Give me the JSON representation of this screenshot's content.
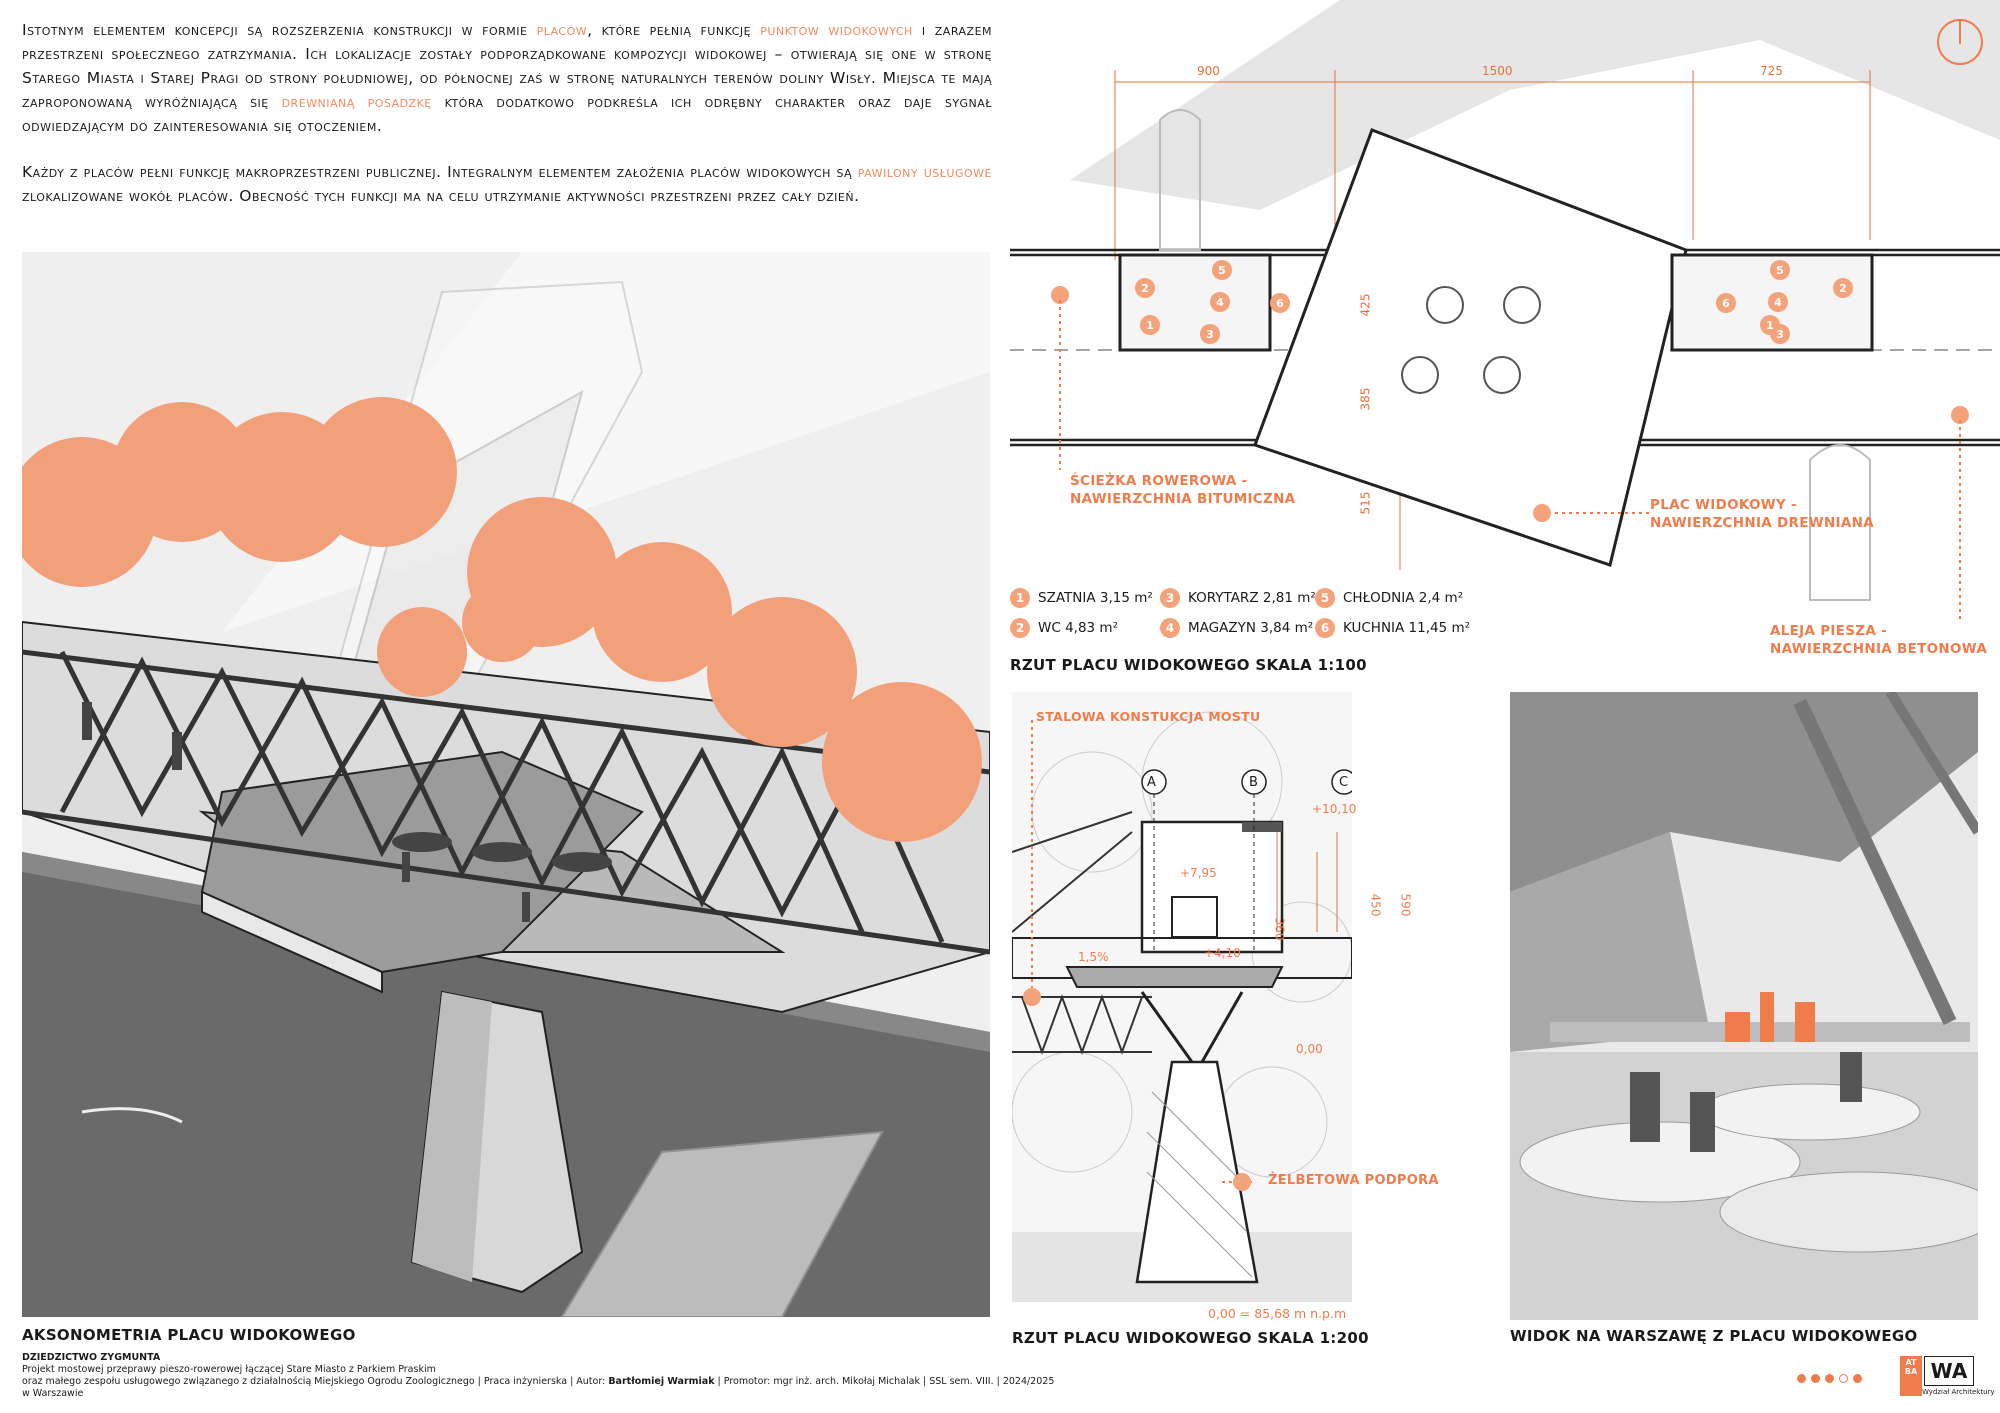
{
  "intro": {
    "p1": [
      {
        "t": "Istotnym elementem koncepcji są rozszerzenia konstrukcji w formie "
      },
      {
        "t": "placów",
        "hl": true
      },
      {
        "t": ", które pełnią funkcję "
      },
      {
        "t": "punktów widokowych",
        "hl": true
      },
      {
        "t": " i zarazem przestrzeni społecznego zatrzymania. Ich lokalizacje zostały podporządkowane kompozycji widokowej – otwierają się one w stronę Starego Miasta i Starej Pragi od strony południowej, od północnej zaś w stronę naturalnych terenów doliny Wisły. Miejsca te mają zaproponowaną wyróżniającą się "
      },
      {
        "t": "drewnianą posadzkę",
        "hl": true
      },
      {
        "t": " która dodatkowo podkreśla ich odrębny charakter oraz daje sygnał odwiedzającym do zainteresowania się otoczeniem."
      }
    ],
    "p2": [
      {
        "t": "Każdy z placów pełni funkcję makroprzestrzeni publicznej. Integralnym elementem założenia placów widokowych są "
      },
      {
        "t": "pawilony usługowe",
        "hl": true
      },
      {
        "t": " zlokalizowane  wokół placów. Obecność tych funkcji ma na celu utrzymanie aktywności przestrzeni przez cały dzień."
      }
    ]
  },
  "captions": {
    "axonometry": "AKSONOMETRIA PLACU WIDOKOWEGO",
    "plan": "RZUT PLACU WIDOKOWEGO SKALA 1:100",
    "section": "RZUT PLACU WIDOKOWEGO SKALA 1:200",
    "view": "WIDOK NA WARSZAWĘ Z PLACU WIDOKOWEGO"
  },
  "footer": {
    "title": "DZIEDZICTWO ZYGMUNTA",
    "line1": "Projekt mostowej przeprawy pieszo-rowerowej łączącej Stare Miasto z Parkiem Praskim",
    "line2_a": "oraz małego zespołu usługowego związanego z działalnością Miejskiego Ogrodu Zoologicznego | Praca inżynierska | Autor: ",
    "author": "Bartłomiej Warmiak",
    "line2_b": " | Promotor: mgr inż. arch. Mikołaj Michalak | SSL sem. VIII. | 2024/2025",
    "line3": "w Warszawie",
    "logo_text": "WA",
    "logo_sub": "Wydział Architektury",
    "logo_mark": "AT BA"
  },
  "plan": {
    "dims_top": [
      "900",
      "1500",
      "725"
    ],
    "dims_side": [
      "425",
      "385",
      "515"
    ],
    "labels": {
      "bike": [
        "ŚCIEŻKA ROWEROWA -",
        "NAWIERZCHNIA BITUMICZNA"
      ],
      "square": [
        "PLAC WIDOKOWY -",
        "NAWIERZCHNIA DREWNIANA"
      ],
      "walk": [
        "ALEJA PIESZA -",
        "NAWIERZCHNIA BETONOWA"
      ]
    },
    "legend": [
      {
        "n": "1",
        "label": "SZATNIA 3,15 m²"
      },
      {
        "n": "3",
        "label": "KORYTARZ 2,81 m²"
      },
      {
        "n": "5",
        "label": "CHŁODNIA 2,4 m²"
      },
      {
        "n": "2",
        "label": "WC 4,83 m²"
      },
      {
        "n": "4",
        "label": "MAGAZYN 3,84 m²"
      },
      {
        "n": "6",
        "label": "KUCHNIA 11,45 m²"
      }
    ]
  },
  "section": {
    "top_label": "STALOWA KONSTUKCJA MOSTU",
    "pier_label": "ŻELBETOWA PODPORA",
    "axes": [
      "A",
      "B",
      "C"
    ],
    "levels": [
      "+10,10",
      "+7,95",
      "+4,10",
      "0,00"
    ],
    "dims": [
      "360",
      "450",
      "590"
    ],
    "slope": "1,5%",
    "datum": "0,00 = 85,68 m n.p.m"
  },
  "colors": {
    "accent": "#f07c4c",
    "tree": "#f2a07a",
    "ink": "#222222"
  }
}
